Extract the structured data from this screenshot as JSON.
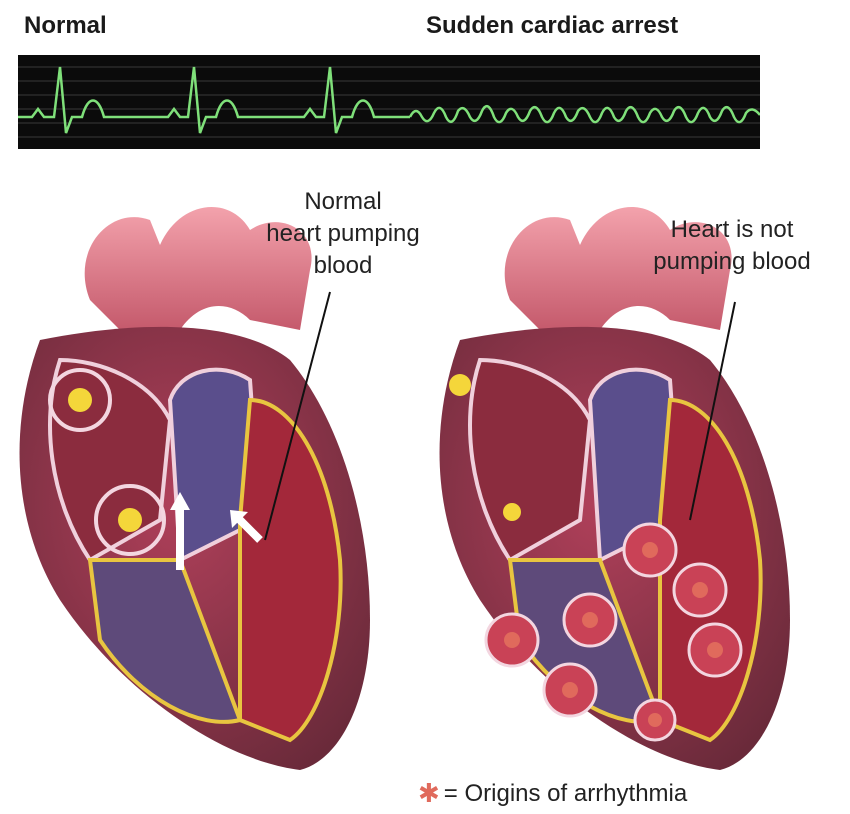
{
  "ecg": {
    "normal_label": "Normal",
    "arrest_label": "Sudden cardiac arrest",
    "line_color": "#7fe07a",
    "background_color": "#0b0b0b"
  },
  "hearts": {
    "left_caption": [
      "Normal",
      "heart pumping",
      "blood"
    ],
    "right_caption": [
      "Heart is not",
      "pumping blood"
    ]
  },
  "legend": {
    "symbol": "star-icon",
    "text": "= Origins of arrhythmia",
    "symbol_color": "#e06a5c"
  }
}
